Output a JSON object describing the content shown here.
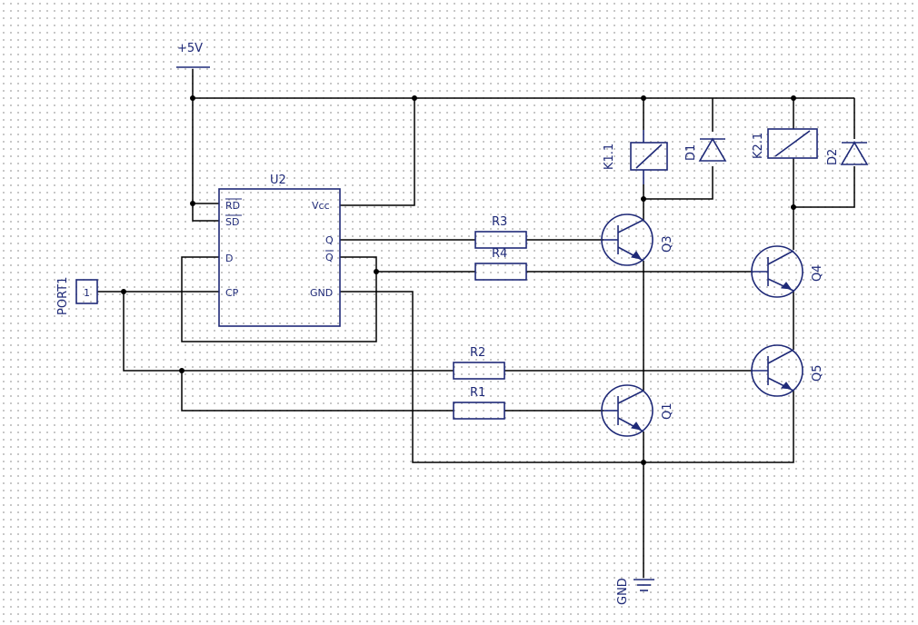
{
  "power": {
    "vcc_label": "+5V",
    "gnd_label": "GND"
  },
  "port": {
    "name": "PORT1",
    "pin": "1"
  },
  "ic": {
    "name": "U2",
    "pins": {
      "rd": "RD",
      "sd": "SD",
      "d": "D",
      "cp": "CP",
      "vcc": "Vcc",
      "q": "Q",
      "qbar": "Q",
      "gnd": "GND"
    }
  },
  "resistors": {
    "r1": "R1",
    "r2": "R2",
    "r3": "R3",
    "r4": "R4"
  },
  "transistors": {
    "q1": "Q1",
    "q3": "Q3",
    "q4": "Q4",
    "q5": "Q5"
  },
  "relays": {
    "k1": "K1.1",
    "k2": "K2.1"
  },
  "diodes": {
    "d1": "D1",
    "d2": "D2"
  },
  "colors": {
    "symbol": "#1f2a78",
    "wire": "#000000",
    "grid": "#b4b4b4"
  }
}
